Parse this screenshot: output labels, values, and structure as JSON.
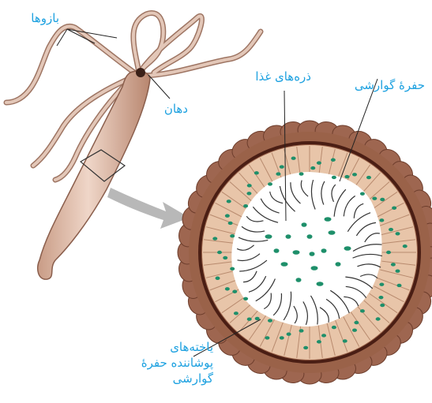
{
  "labels": {
    "arms": "بازوها",
    "mouth": "دهان",
    "food_particles": "ذره‌های غذا",
    "digestive_cavity": "حفرهٔ گوارشی",
    "lining_cells_line1": "یاخته‌های",
    "lining_cells_line2": "پوشاننده حفرهٔ",
    "lining_cells_line3": "گوارشی"
  },
  "colors": {
    "label_text": "#1da1e0",
    "body_fill": "#d9b3a0",
    "outer_cells": "#8f5a44",
    "inner_cells": "#e8c7ad",
    "membrane": "#5a2a1e",
    "food_particle": "#1e8f6a",
    "arrow": "#b8b8b8"
  }
}
